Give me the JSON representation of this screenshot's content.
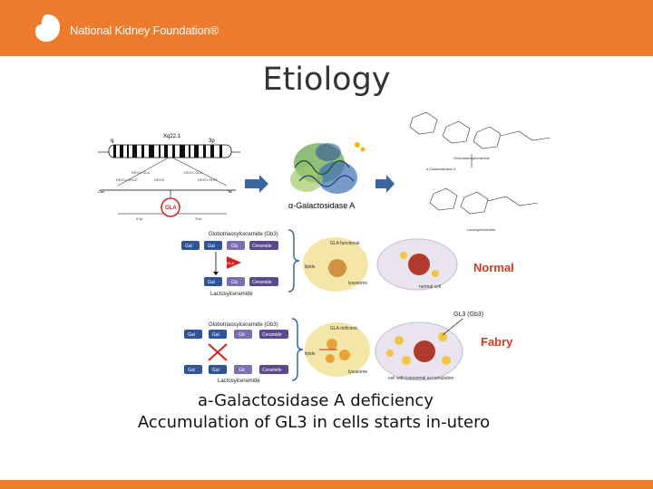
{
  "header": {
    "logo_text": "National Kidney Foundation®",
    "brand_color": "#ee7a2c"
  },
  "slide": {
    "title": "Etiology",
    "caption_line1": "a-Galactosidase A deficiency",
    "caption_line2": "Accumulation of GL3 in cells starts in-utero"
  },
  "figure": {
    "gene_band": "Xq22.1",
    "gene_name": "GLA",
    "enzyme_label": "α-Galactosidase A",
    "substrate_label": "Gb3 (Globotriaosylceramide)",
    "product_label": "Lactosylceramide",
    "normal_pathway": {
      "title": "Globotriaosylceramide (Gb3)",
      "sugars": [
        "Gal",
        "Gal",
        "Glc",
        "Ceramide"
      ],
      "product_sugars": [
        "Gal",
        "Glc",
        "Ceramide"
      ],
      "product_title": "Lactosylceramide",
      "enzyme_tag": "GLA",
      "cell_enzyme": "GLA functional",
      "lipids": "lipids",
      "lysosome": "lysosome",
      "cell_caption": "normal cell",
      "state_label": "Normal",
      "state_color": "#d23a1e"
    },
    "fabry_pathway": {
      "title": "Globotriaosylceramide (Gb3)",
      "sugars": [
        "Gal",
        "Gal",
        "Glc",
        "Ceramide"
      ],
      "product_sugars": [
        "Gal",
        "Gal",
        "Glc",
        "Ceramide"
      ],
      "product_title": "Lactosylceramide",
      "cell_enzyme": "GLA deficient",
      "lipids": "lipids",
      "lysosome": "lysosome",
      "cell_caption": "cell with lysosomal accumulation",
      "accumulation_label": "GL3 (Gb3)",
      "state_label": "Fabry",
      "state_color": "#d23a1e"
    }
  }
}
